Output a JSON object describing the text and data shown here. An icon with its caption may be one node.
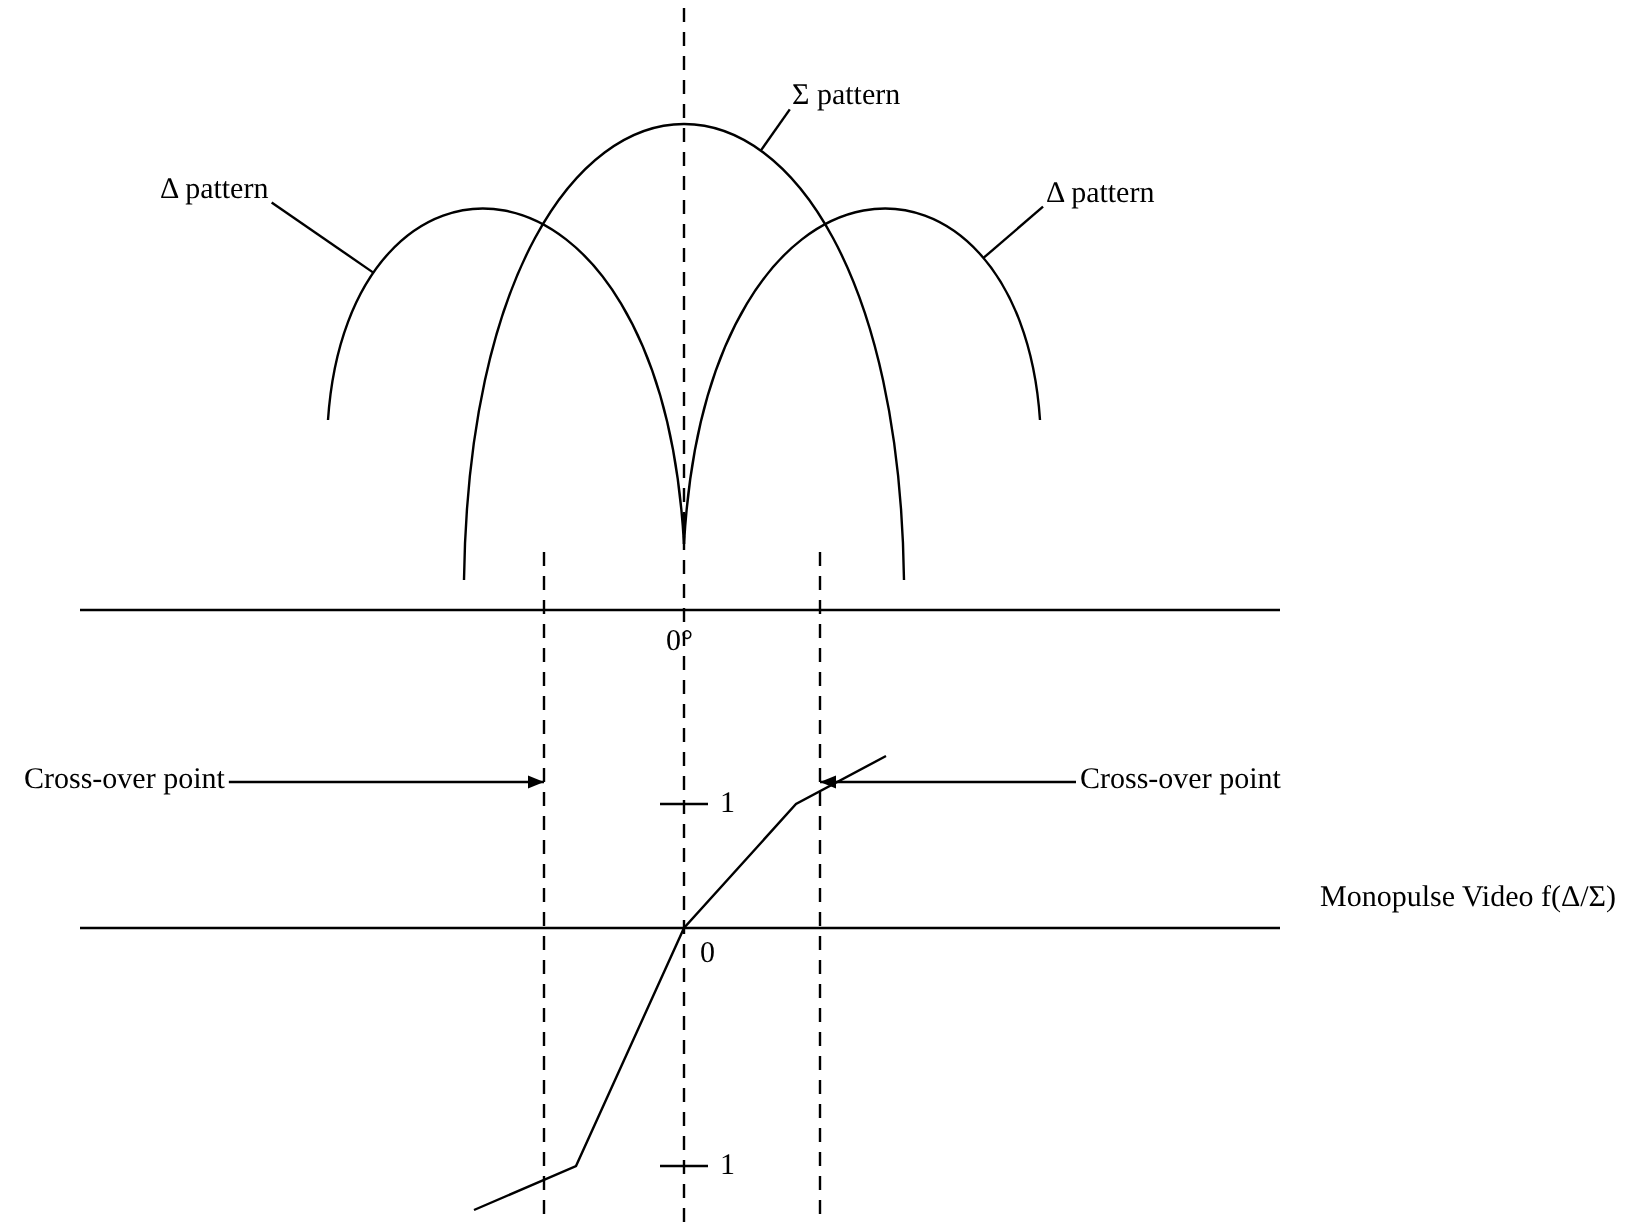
{
  "diagram": {
    "nodes": [
      {
        "text": [
          "Δ pattern"
        ]
      },
      {
        "text": [
          "Σ pattern"
        ]
      },
      {
        "text": [
          "Δ pattern"
        ]
      },
      {
        "text": [
          "Cross-over point"
        ]
      },
      {
        "text": [
          "Cross-over point"
        ]
      },
      {
        "text": [],
        "shape": "curve"
      },
      {
        "text": [],
        "shape": "curve"
      },
      {
        "text": [],
        "shape": "curve"
      },
      {
        "text": [],
        "shape": "line"
      },
      {
        "text": [],
        "shape": "line"
      }
    ],
    "edges": [
      {
        "from": 0,
        "to": 5,
        "arrow": "none"
      },
      {
        "from": 1,
        "to": 6,
        "arrow": "none"
      },
      {
        "from": 2,
        "to": 7,
        "arrow": "none"
      },
      {
        "from": 3,
        "to": 8,
        "arrow": "to"
      },
      {
        "from": 4,
        "to": 9,
        "arrow": "to"
      }
    ],
    "labels": [
      "0°",
      "1",
      "Monopulse Video f(Δ/Σ)",
      "0",
      "1"
    ]
  }
}
